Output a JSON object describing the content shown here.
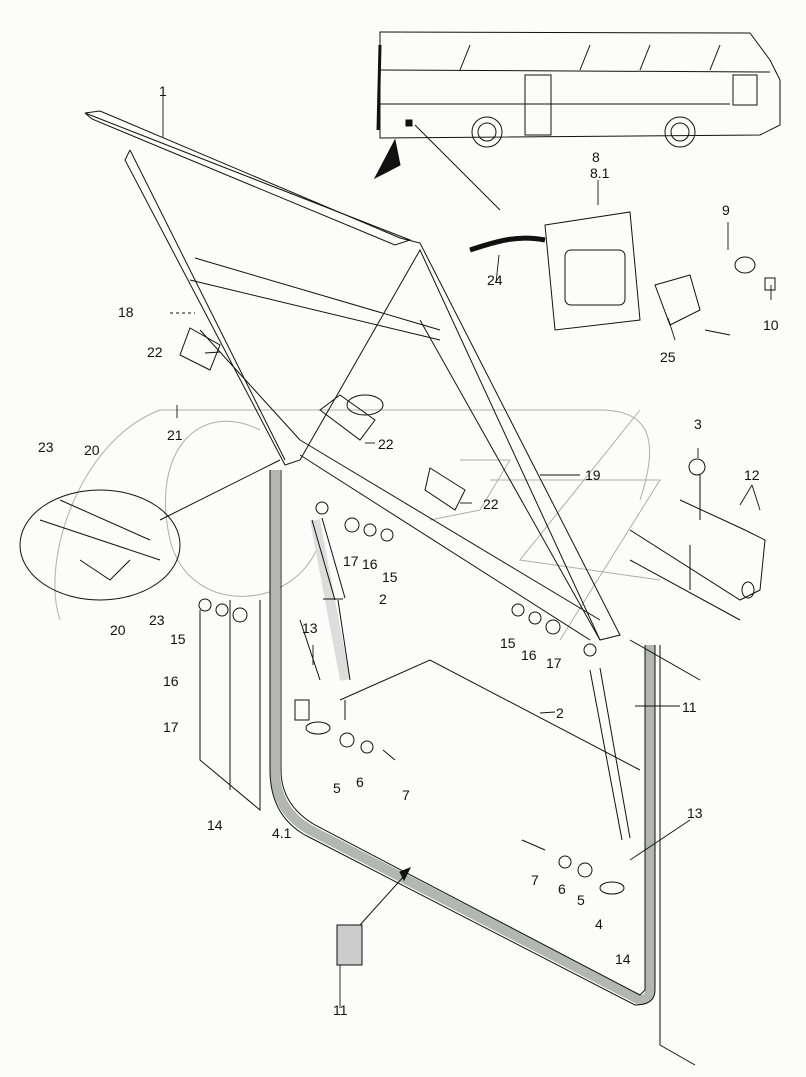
{
  "diagram": {
    "title": "Service flap with gas springs, lock and seal — exploded view",
    "watermark": "ORK",
    "colors": {
      "line": "#111111",
      "seal": "#b4b6b3",
      "watermark": "#9a9c99",
      "background": "#fcfdfb"
    },
    "callouts": [
      {
        "id": "c1",
        "text": "1"
      },
      {
        "id": "c8",
        "text": "8"
      },
      {
        "id": "c81",
        "text": "8.1"
      },
      {
        "id": "c9",
        "text": "9"
      },
      {
        "id": "c10",
        "text": "10"
      },
      {
        "id": "c24",
        "text": "24"
      },
      {
        "id": "c25",
        "text": "25"
      },
      {
        "id": "c18",
        "text": "18"
      },
      {
        "id": "c22a",
        "text": "22"
      },
      {
        "id": "c21",
        "text": "21"
      },
      {
        "id": "c22b",
        "text": "22"
      },
      {
        "id": "c22c",
        "text": "22"
      },
      {
        "id": "c19",
        "text": "19"
      },
      {
        "id": "c3",
        "text": "3"
      },
      {
        "id": "c12",
        "text": "12"
      },
      {
        "id": "c23a",
        "text": "23"
      },
      {
        "id": "c20a",
        "text": "20"
      },
      {
        "id": "c20b",
        "text": "20"
      },
      {
        "id": "c23b",
        "text": "23"
      },
      {
        "id": "c17a",
        "text": "17"
      },
      {
        "id": "c16a",
        "text": "16"
      },
      {
        "id": "c15a",
        "text": "15"
      },
      {
        "id": "c2a",
        "text": "2"
      },
      {
        "id": "c15b",
        "text": "15"
      },
      {
        "id": "c16b",
        "text": "16"
      },
      {
        "id": "c17b",
        "text": "17"
      },
      {
        "id": "c13a",
        "text": "13"
      },
      {
        "id": "c15c",
        "text": "15"
      },
      {
        "id": "c16c",
        "text": "16"
      },
      {
        "id": "c17c",
        "text": "17"
      },
      {
        "id": "c2b",
        "text": "2"
      },
      {
        "id": "c11a",
        "text": "11"
      },
      {
        "id": "c14a",
        "text": "14"
      },
      {
        "id": "c41",
        "text": "4.1"
      },
      {
        "id": "c5a",
        "text": "5"
      },
      {
        "id": "c6a",
        "text": "6"
      },
      {
        "id": "c7a",
        "text": "7"
      },
      {
        "id": "c13b",
        "text": "13"
      },
      {
        "id": "c7b",
        "text": "7"
      },
      {
        "id": "c6b",
        "text": "6"
      },
      {
        "id": "c5b",
        "text": "5"
      },
      {
        "id": "c4",
        "text": "4"
      },
      {
        "id": "c14b",
        "text": "14"
      },
      {
        "id": "c11b",
        "text": "11"
      }
    ]
  }
}
